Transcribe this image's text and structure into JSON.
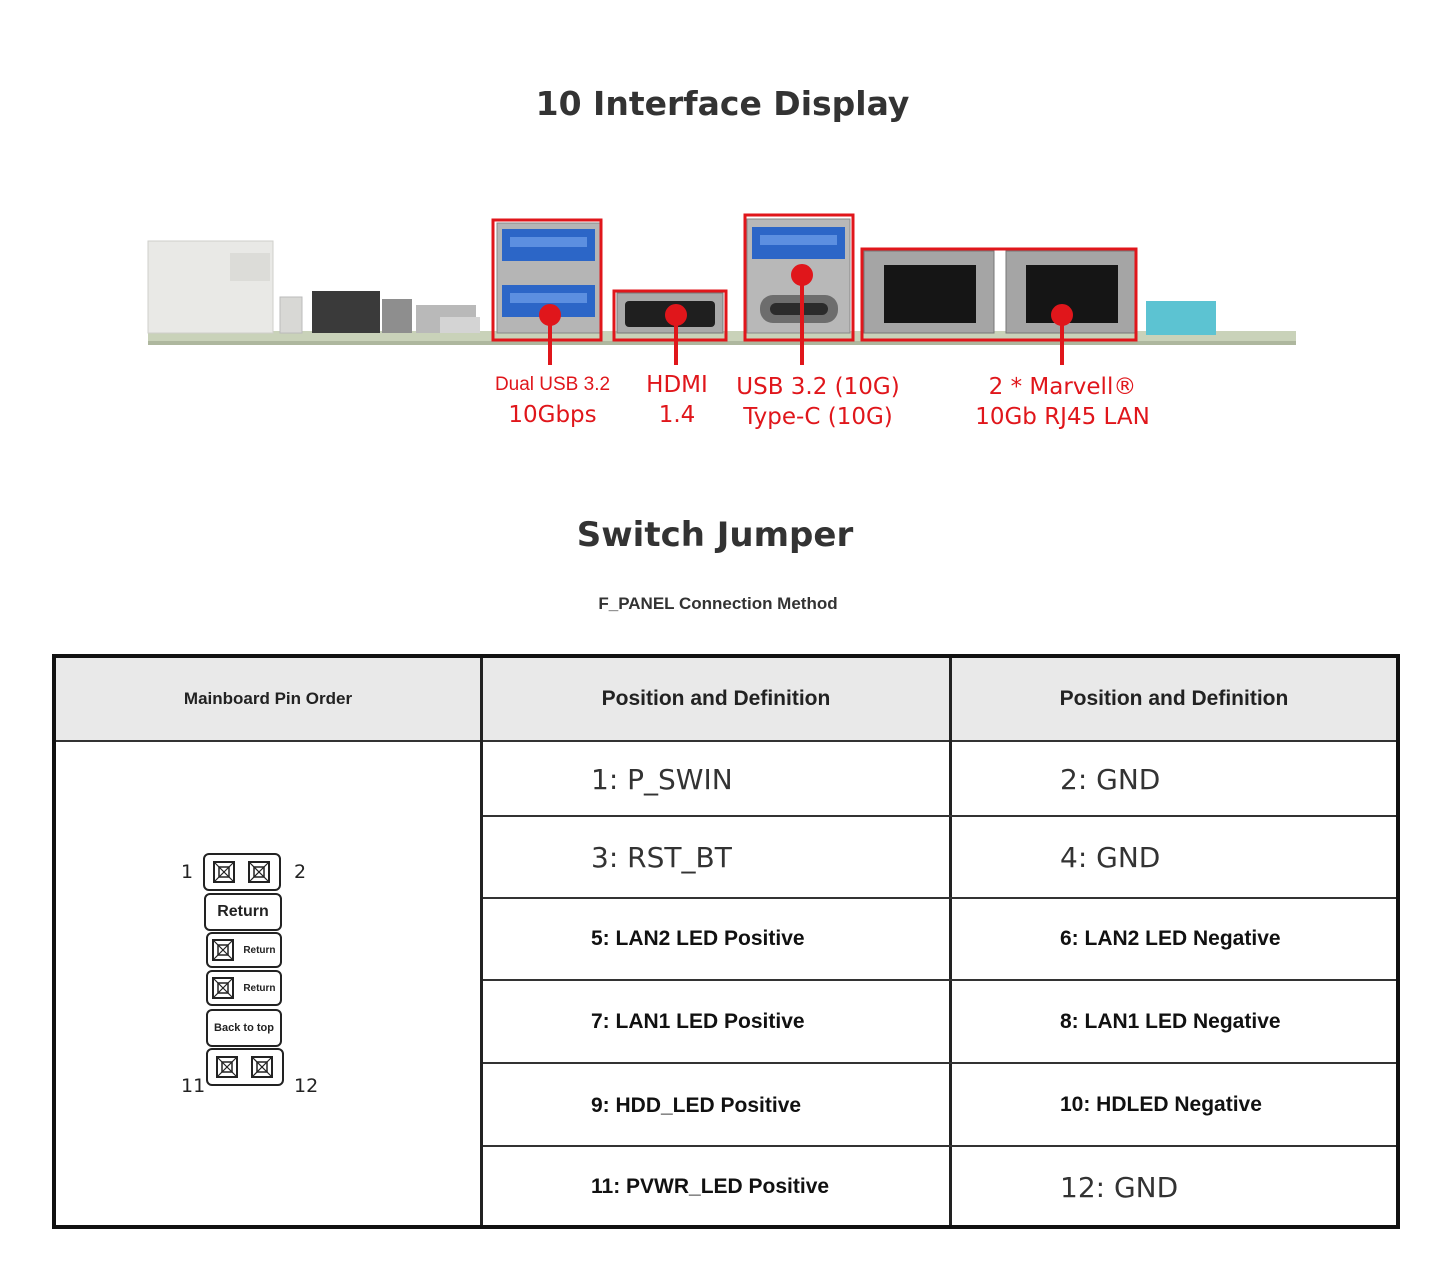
{
  "interface_section": {
    "title": "10 Interface Display",
    "ports": [
      {
        "line1": "Dual USB 3.2",
        "line2": "10Gbps"
      },
      {
        "line1": "HDMI",
        "line2": "1.4"
      },
      {
        "line1": "USB 3.2 (10G)",
        "line2": "Type-C (10G)"
      },
      {
        "line1": "2 * Marvell®",
        "line2": "10Gb RJ45 LAN"
      }
    ],
    "accent_color": "#e0161b"
  },
  "jumper_section": {
    "title": "Switch Jumper",
    "subtitle": "F_PANEL Connection Method"
  },
  "table": {
    "headers": [
      "Mainboard Pin Order",
      "Position and Definition",
      "Position and Definition"
    ],
    "rows": [
      {
        "left": "1:  P_SWIN",
        "right": "2:  GND"
      },
      {
        "left": "3:  RST_BT",
        "right": "4:  GND"
      },
      {
        "left": "5: LAN2 LED Positive",
        "right": "6: LAN2 LED Negative"
      },
      {
        "left": "7: LAN1 LED Positive",
        "right": "8: LAN1 LED Negative"
      },
      {
        "left": "9: HDD_LED Positive",
        "right": "10: HDLED Negative"
      },
      {
        "left": "11: PVWR_LED Positive",
        "right": "12:  GND"
      }
    ]
  },
  "pin_diagram": {
    "pin_1": "1",
    "pin_2": "2",
    "pin_11": "11",
    "pin_12": "12",
    "return_large": "Return",
    "return_small_a": "Return",
    "return_small_b": "Return",
    "back_to_top": "Back to top"
  }
}
